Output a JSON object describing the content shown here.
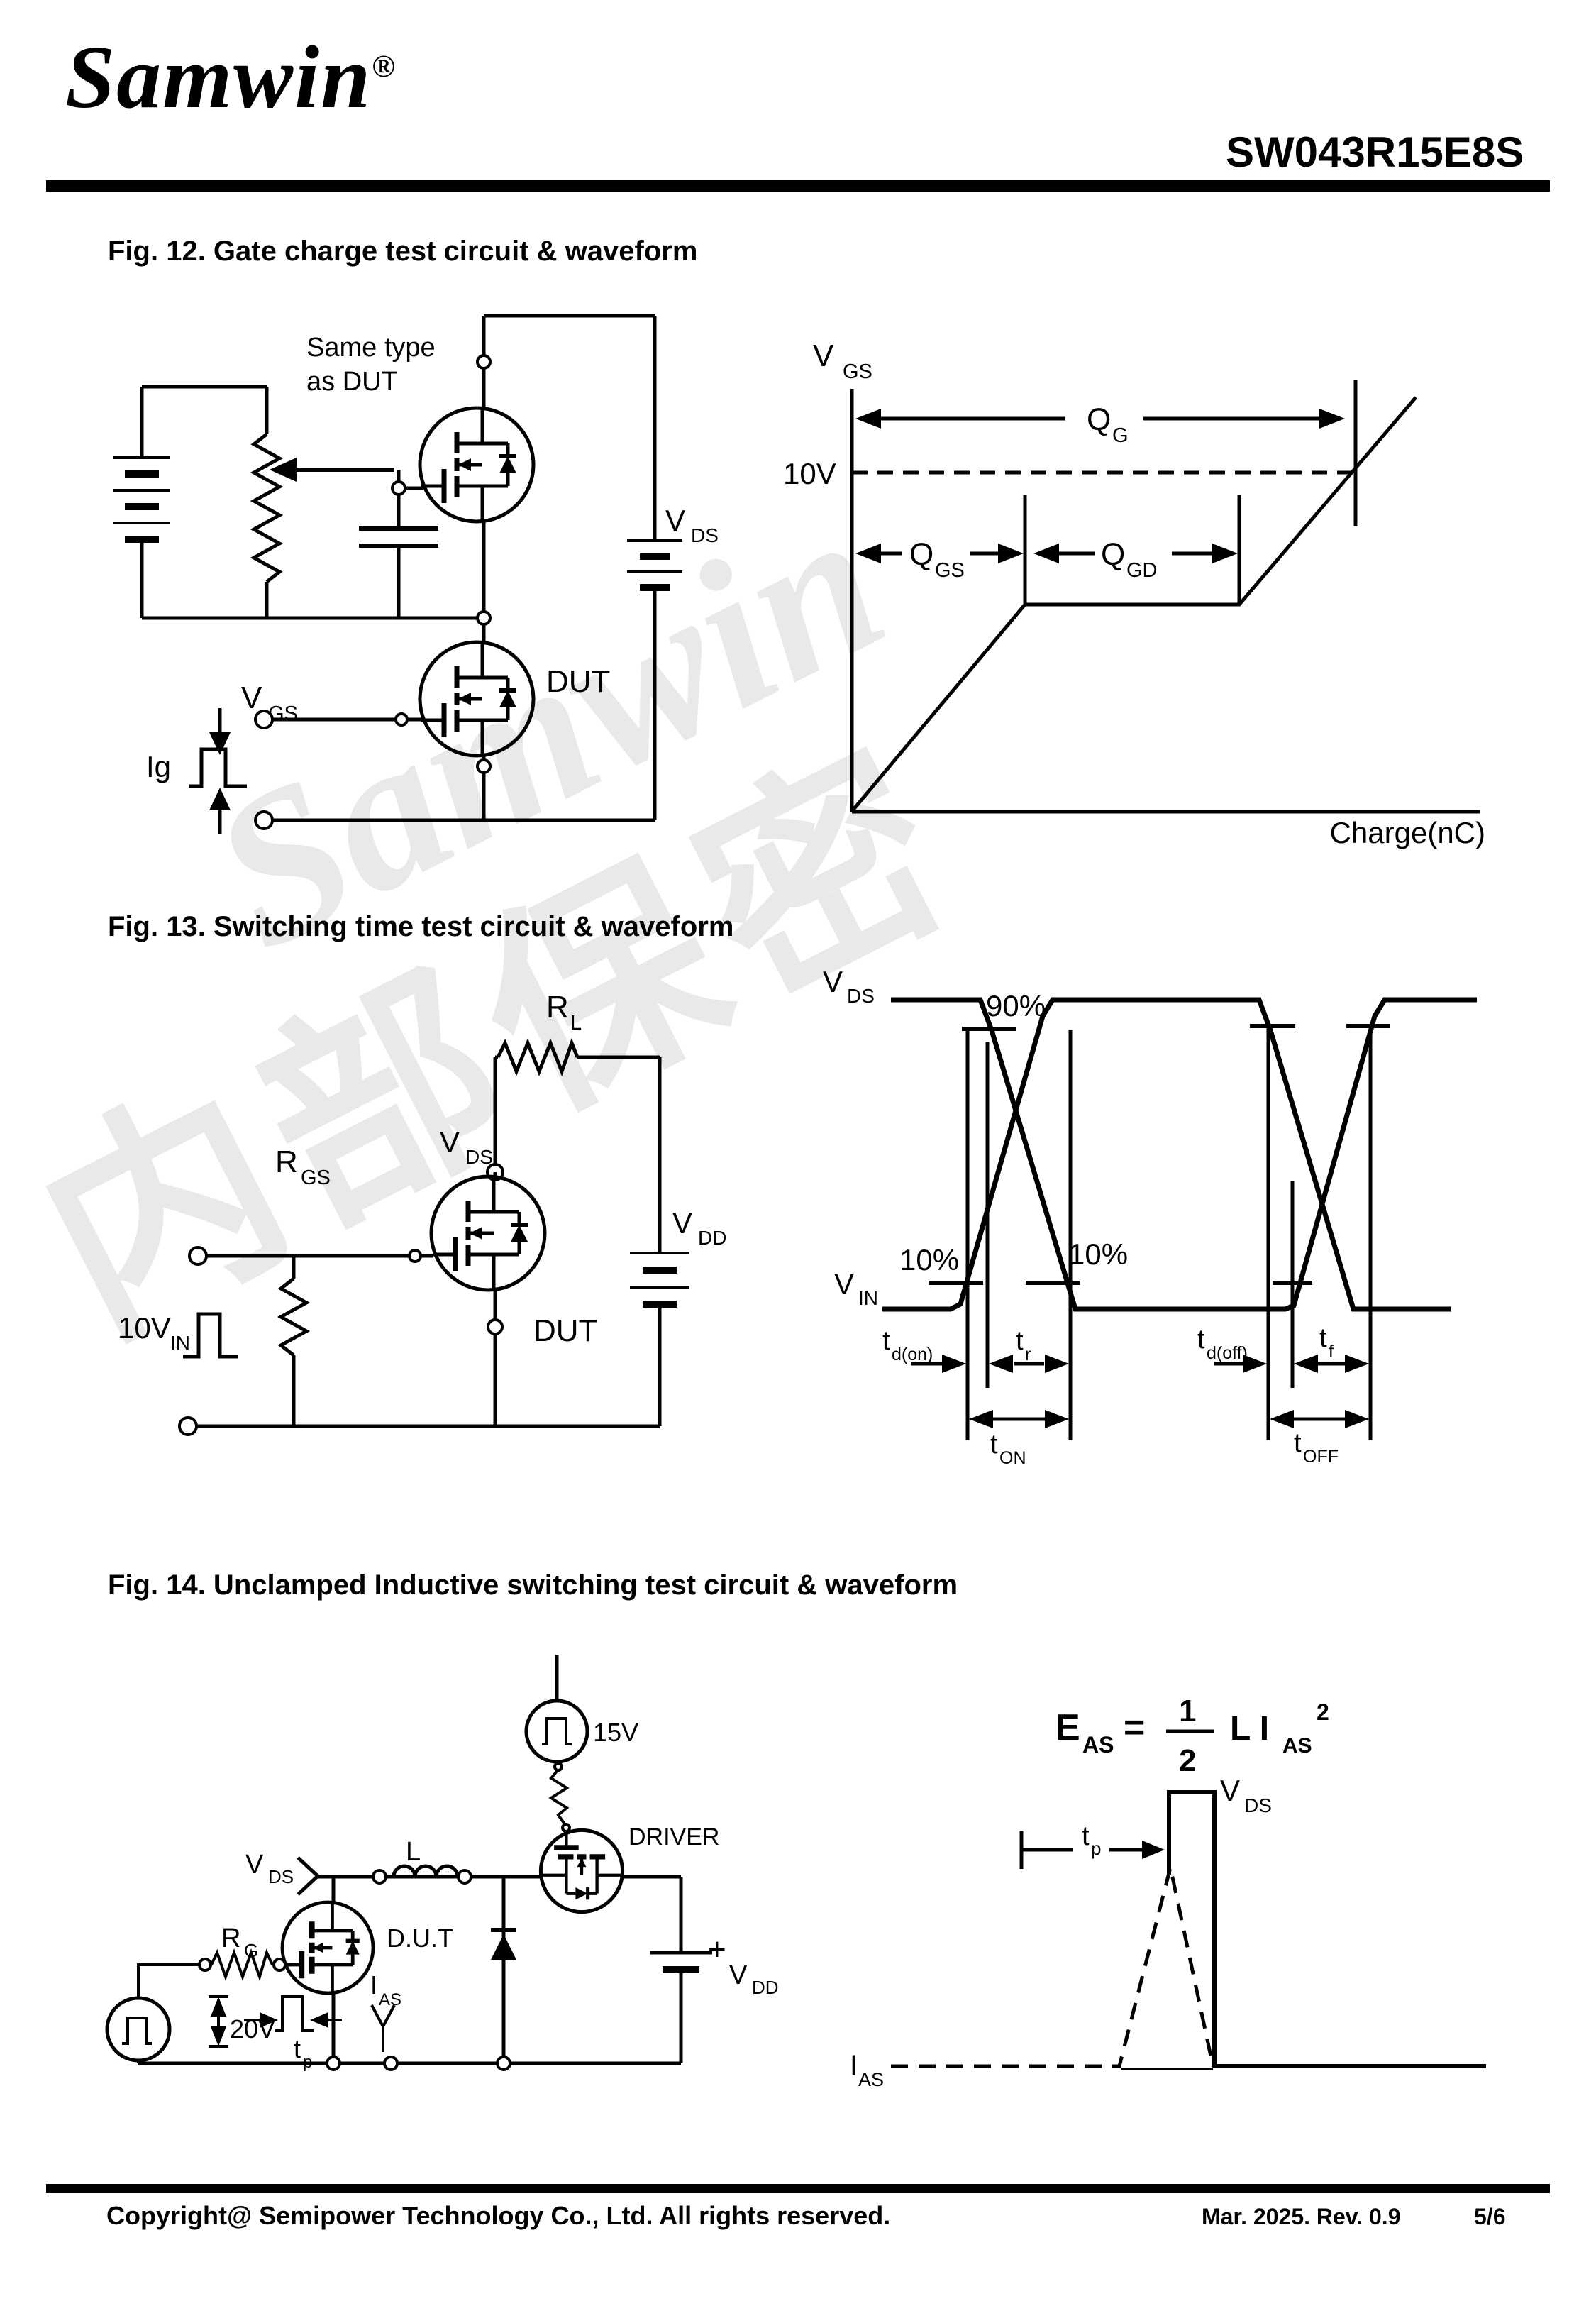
{
  "header": {
    "logo": "Samwin",
    "registered": "®",
    "part_number": "SW043R15E8S"
  },
  "watermark": {
    "line1": "Samwin",
    "line2": "内部保密"
  },
  "fig12": {
    "title": "Fig. 12. Gate charge test circuit & waveform",
    "circuit": {
      "note1": "Same type",
      "note2": "as DUT",
      "vds": {
        "main": "V",
        "sub": "DS"
      },
      "dut": "DUT",
      "vgs": {
        "main": "V",
        "sub": "GS"
      },
      "ig": "Ig"
    },
    "waveform": {
      "vgs": {
        "main": "V",
        "sub": "GS"
      },
      "qg": {
        "main": "Q",
        "sub": "G"
      },
      "level": "10V",
      "qgs": {
        "main": "Q",
        "sub": "GS"
      },
      "qgd": {
        "main": "Q",
        "sub": "GD"
      },
      "xlabel": "Charge(nC)"
    }
  },
  "fig13": {
    "title": "Fig. 13. Switching time test circuit & waveform",
    "circuit": {
      "rl": {
        "main": "R",
        "sub": "L"
      },
      "rgs": {
        "main": "R",
        "sub": "GS"
      },
      "vds": {
        "main": "V",
        "sub": "DS"
      },
      "vdd": {
        "main": "V",
        "sub": "DD"
      },
      "vin": {
        "main": "10V",
        "sub": "IN"
      },
      "dut": "DUT"
    },
    "waveform": {
      "vds": {
        "main": "V",
        "sub": "DS"
      },
      "p90": "90%",
      "p10a": "10%",
      "p10b": "10%",
      "vin": {
        "main": "V",
        "sub": "IN"
      },
      "tdon": {
        "main": "t",
        "sub": "d(on)"
      },
      "tr": {
        "main": "t",
        "sub": "r"
      },
      "tdoff": {
        "main": "t",
        "sub": "d(off)"
      },
      "tf": {
        "main": "t",
        "sub": "f"
      },
      "ton": {
        "main": "t",
        "sub": "ON"
      },
      "toff": {
        "main": "t",
        "sub": "OFF"
      }
    }
  },
  "fig14": {
    "title": "Fig. 14. Unclamped Inductive switching test circuit & waveform",
    "circuit": {
      "v15": "15V",
      "driver": "DRIVER",
      "vds": {
        "main": "V",
        "sub": "DS"
      },
      "l": "L",
      "rg": {
        "main": "R",
        "sub": "G"
      },
      "dut": "D.U.T",
      "ias": {
        "main": "I",
        "sub": "AS"
      },
      "v20": "20V",
      "tp": {
        "main": "t",
        "sub": "p"
      },
      "plus": "+",
      "vdd": {
        "main": "V",
        "sub": "DD"
      }
    },
    "waveform": {
      "eas": {
        "main": "E",
        "sub": "AS"
      },
      "equals": "=",
      "num": "1",
      "den": "2",
      "li": {
        "main": "L I",
        "sub": "AS",
        "exp": "2"
      },
      "tp": {
        "main": "t",
        "sub": "p"
      },
      "vds": {
        "main": "V",
        "sub": "DS"
      },
      "ias": {
        "main": "I",
        "sub": "AS"
      }
    }
  },
  "footer": {
    "copyright": "Copyright@ Semipower Technology Co., Ltd. All rights reserved.",
    "revision": "Mar. 2025. Rev. 0.9",
    "page": "5/6"
  }
}
